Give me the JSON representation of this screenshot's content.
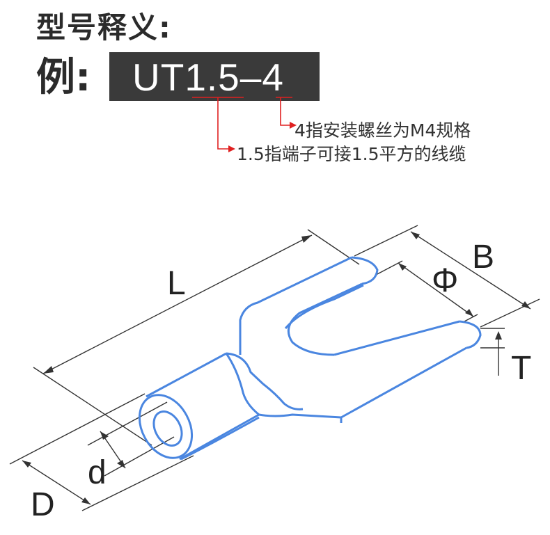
{
  "title": "型号释义:",
  "example": {
    "label": "例:",
    "code": "UT1.5–4"
  },
  "notes": {
    "screw": "4指安装螺丝为M4规格",
    "wire": "1.5指端子可接1.5平方的线缆"
  },
  "dimensions": {
    "L": "L",
    "B": "B",
    "phi": "Φ",
    "T": "T",
    "d": "d",
    "D": "D"
  },
  "colors": {
    "outline_blue": "#4a86e0",
    "accent_red": "#e02020",
    "box": "#3a3a3a"
  }
}
